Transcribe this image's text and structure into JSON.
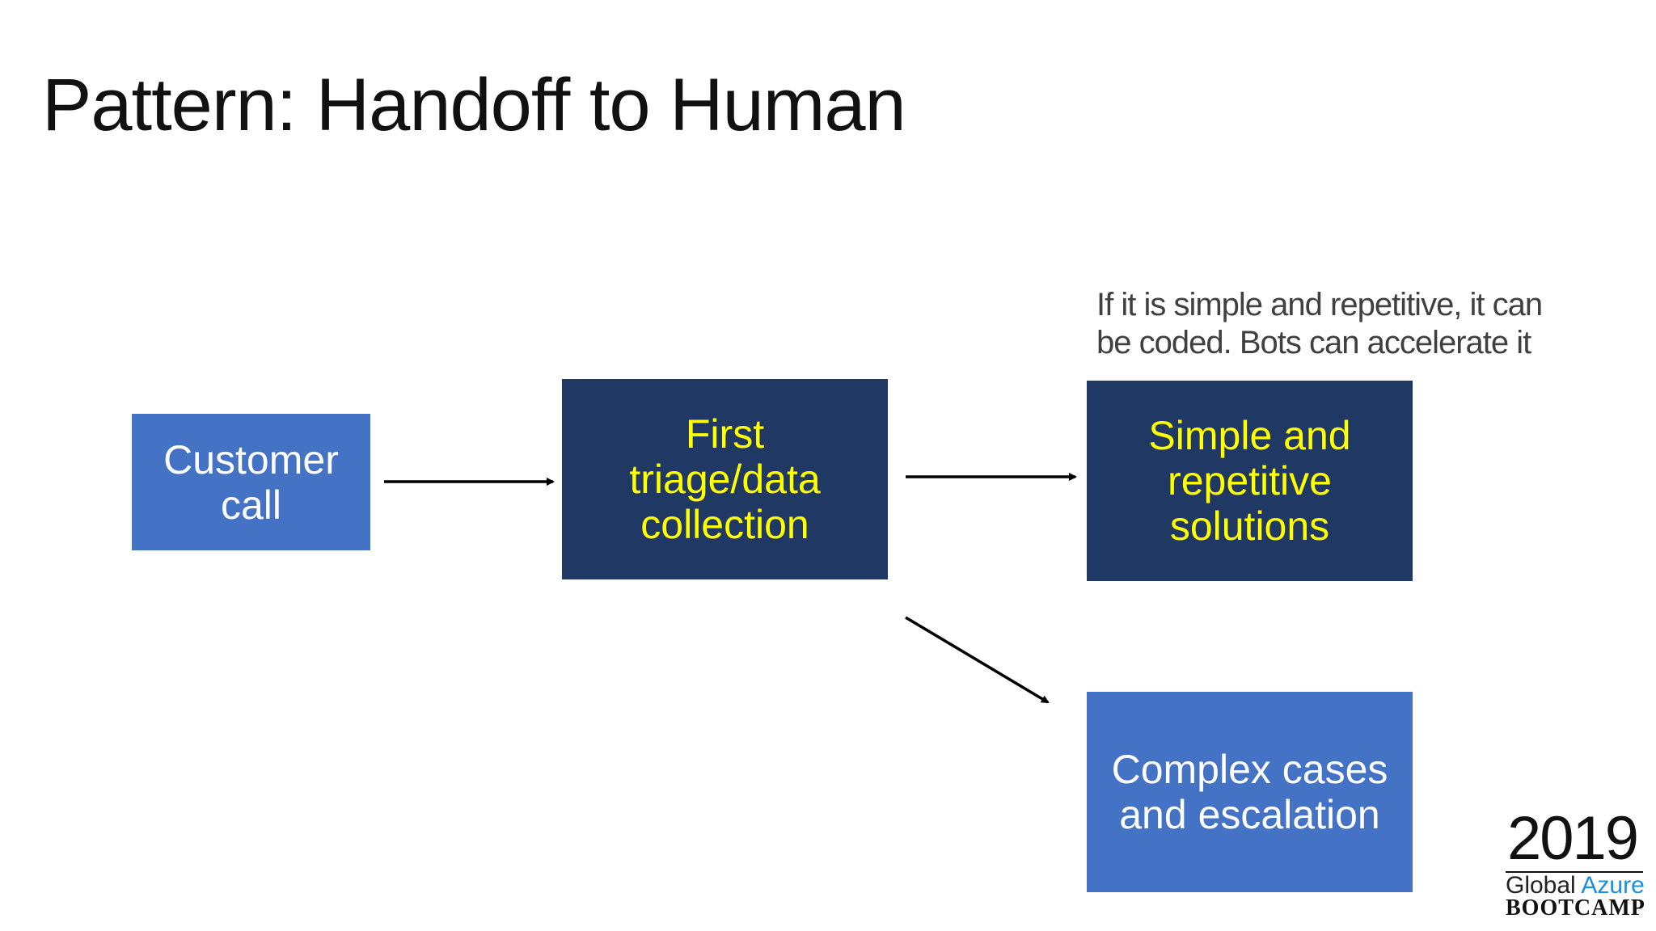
{
  "slide": {
    "title": "Pattern: Handoff to Human"
  },
  "diagram": {
    "nodes": {
      "customer_call": "Customer\ncall",
      "first_triage": "First\ntriage/data\ncollection",
      "simple_repetitive": "Simple and\nrepetitive\nsolutions",
      "complex_cases": "Complex cases\nand escalation"
    },
    "note": "If it is simple and repetitive, it can\nbe coded. Bots can accelerate it"
  },
  "logo": {
    "year": "2019",
    "global": "Global",
    "azure": "Azure",
    "bootcamp": "BOOTCAMP"
  },
  "colors": {
    "light_blue_box": "#4472c4",
    "dark_blue_box": "#203864",
    "highlight_text": "#ffff00",
    "azure_text": "#1e8fe0"
  }
}
